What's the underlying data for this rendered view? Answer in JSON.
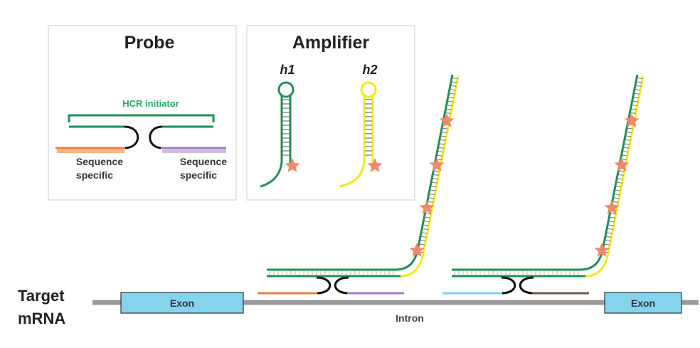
{
  "probe_panel": {
    "title": "Probe",
    "initiator_label": "HCR initiator",
    "left_label": [
      "Sequence",
      "specific"
    ],
    "right_label": [
      "Sequence",
      "specific"
    ]
  },
  "amplifier_panel": {
    "title": "Amplifier",
    "h1_label": "h1",
    "h2_label": "h2"
  },
  "mrna": {
    "label_line1": "Target",
    "label_line2": "mRNA",
    "exon_left": "Exon",
    "exon_right": "Exon",
    "intron": "Intron"
  },
  "colors": {
    "green": "#1f8f55",
    "yellow": "#f2ea1a",
    "orange": "#f07d3a",
    "purple": "#a07cc0",
    "cyan": "#7fd3ea",
    "brown": "#6b5a4a",
    "star": "#f08a6a",
    "gray": "#9a9a9a",
    "exon": "#86d3ee"
  }
}
